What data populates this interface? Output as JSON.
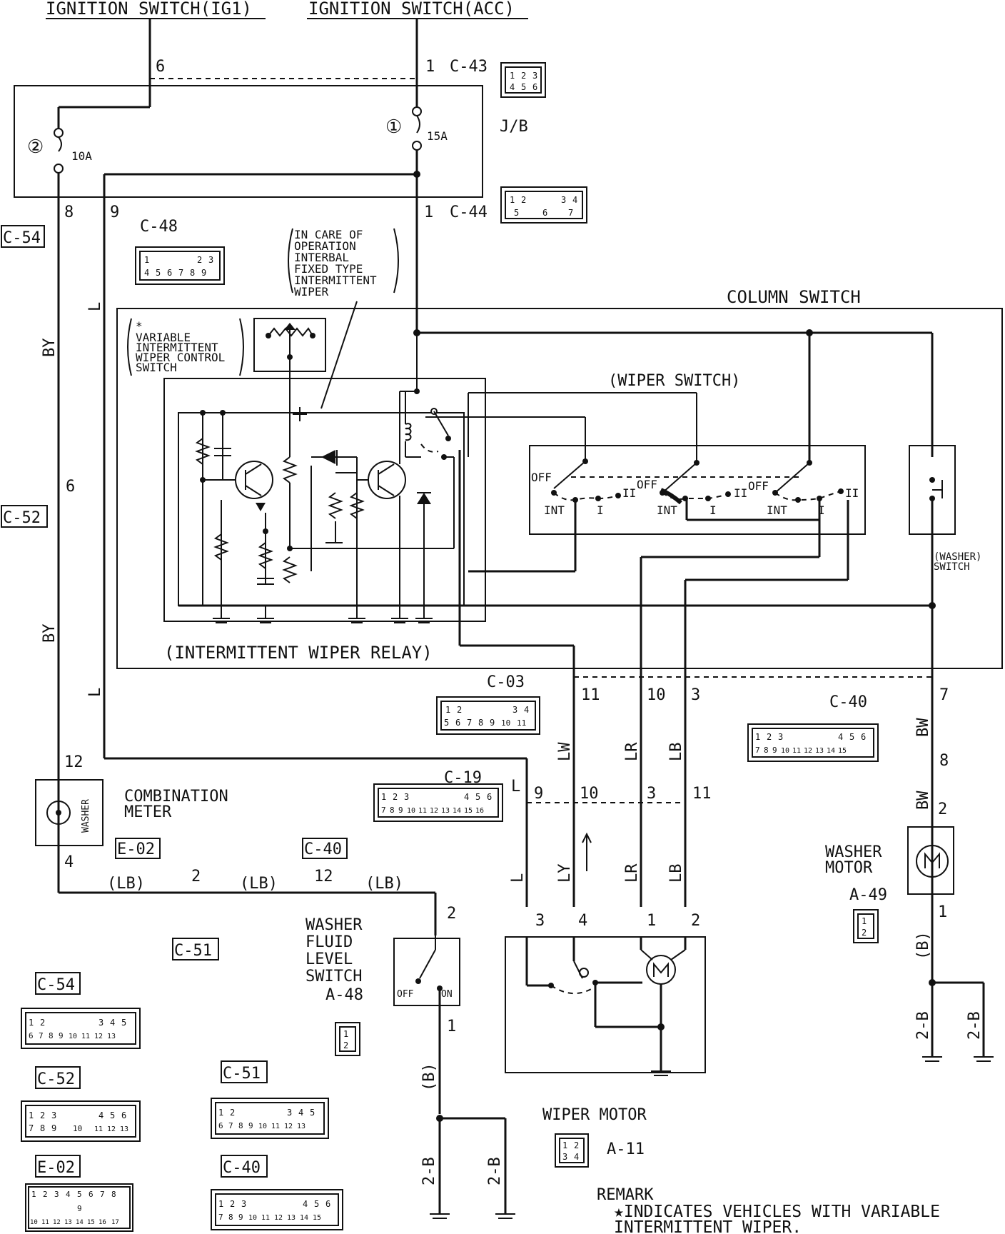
{
  "header": {
    "ig1": "IGNITION SWITCH(IG1)",
    "acc": "IGNITION SWITCH(ACC)"
  },
  "jb": {
    "label": "J/B",
    "fuse1": "①",
    "fuse1_rating": "15A",
    "fuse2": "②",
    "fuse2_rating": "10A"
  },
  "connectors": {
    "c43": "C-43",
    "c44": "C-44",
    "c48": "C-48",
    "c54": "C-54",
    "c52": "C-52",
    "c03": "C-03",
    "c40": "C-40",
    "c19": "C-19",
    "e02": "E-02",
    "c51": "C-51",
    "a48": "A-48",
    "a49": "A-49",
    "a11": "A-11"
  },
  "connector_pins": {
    "c43": [
      "1",
      "2",
      "3",
      "4",
      "5",
      "6"
    ],
    "c44": [
      "1",
      "2",
      "3",
      "4",
      "5",
      "6",
      "7"
    ],
    "c48": [
      "1",
      "2",
      "3",
      "4",
      "5",
      "6",
      "7",
      "8",
      "9"
    ],
    "c03": [
      "1",
      "2",
      "3",
      "4",
      "5",
      "6",
      "7",
      "8",
      "9",
      "10",
      "11"
    ],
    "c40": [
      "1",
      "2",
      "3",
      "4",
      "5",
      "6",
      "7",
      "8",
      "9",
      "10",
      "11",
      "12",
      "13",
      "14",
      "15"
    ],
    "c19": [
      "1",
      "2",
      "3",
      "4",
      "5",
      "6",
      "7",
      "8",
      "9",
      "10",
      "11",
      "12",
      "13",
      "14",
      "15",
      "16"
    ],
    "c54": [
      "1",
      "2",
      "3",
      "4",
      "5",
      "6",
      "7",
      "8",
      "9",
      "10",
      "11",
      "12",
      "13"
    ],
    "c52": [
      "1",
      "2",
      "3",
      "4",
      "5",
      "6",
      "7",
      "8",
      "9",
      "10",
      "11",
      "12",
      "13"
    ],
    "c51": [
      "1",
      "2",
      "3",
      "4",
      "5",
      "6",
      "7",
      "8",
      "9",
      "10",
      "11",
      "12",
      "13"
    ],
    "e02": [
      "1",
      "2",
      "3",
      "4",
      "5",
      "6",
      "7",
      "8",
      "9",
      "10",
      "11",
      "12",
      "13",
      "14",
      "15",
      "16",
      "17"
    ],
    "c40b": [
      "1",
      "2",
      "3",
      "4",
      "5",
      "6",
      "7",
      "8",
      "9",
      "10",
      "11",
      "12",
      "13",
      "14",
      "15"
    ],
    "a48": [
      "1",
      "2"
    ],
    "a49": [
      "1",
      "2"
    ],
    "a11": [
      "1",
      "2",
      "3",
      "4"
    ]
  },
  "labels": {
    "column_switch": "COLUMN SWITCH",
    "wiper_switch": "(WIPER SWITCH)",
    "relay": "(INTERMITTENT WIPER RELAY)",
    "variable_note": [
      "*",
      "VARIABLE",
      "INTERMITTENT",
      "WIPER CONTROL",
      "SWITCH"
    ],
    "care_note": [
      "IN CARE OF",
      "OPERATION",
      "INTERBAL",
      "FIXED TYPE",
      "INTERMITTENT",
      "WIPER"
    ],
    "washer_switch": [
      "(WASHER)",
      "SWITCH"
    ],
    "combination_meter": [
      "COMBINATION",
      "METER"
    ],
    "washer_meter_label": "WASHER",
    "washer_fluid_switch": [
      "WASHER",
      "FLUID",
      "LEVEL",
      "SWITCH"
    ],
    "washer_motor": [
      "WASHER",
      "MOTOR"
    ],
    "wiper_motor": "WIPER MOTOR",
    "off": "OFF",
    "on": "ON",
    "int": "INT",
    "i": "I",
    "ii": "II",
    "remark_title": "REMARK",
    "remark_line1": "★INDICATES VEHICLES WITH VARIABLE",
    "remark_line2": "INTERMITTENT WIPER."
  },
  "wire_colors": {
    "by": "BY",
    "l": "L",
    "lw": "LW",
    "lr": "LR",
    "lb": "LB",
    "ly": "LY",
    "bw": "BW",
    "b": "(B)",
    "lb_paren": "(LB)",
    "ground_2b": "2-B"
  },
  "pins": {
    "p6": "6",
    "p1": "1",
    "p8": "8",
    "p9": "9",
    "p7": "7",
    "p11": "11",
    "p10": "10",
    "p3": "3",
    "p12": "12",
    "p4": "4",
    "p2": "2"
  }
}
